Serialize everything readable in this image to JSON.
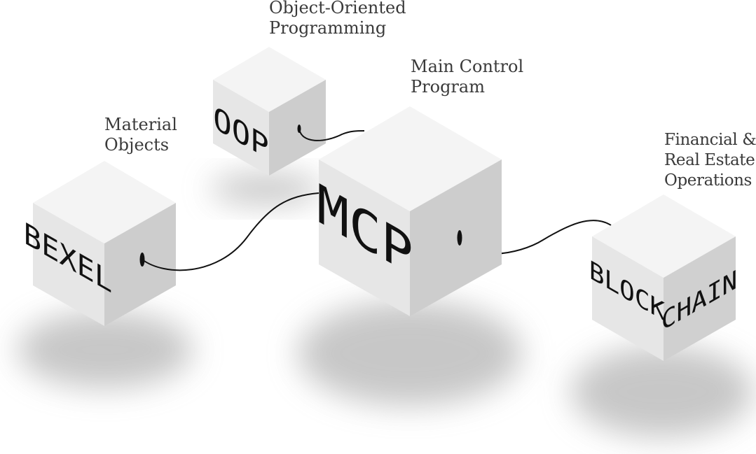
{
  "blocks": {
    "oop": {
      "face_label": "OOP",
      "caption_line1": "Object-Oriented",
      "caption_line2": "Programming"
    },
    "mcp": {
      "face_label": "MCP",
      "caption_line1": "Main Control",
      "caption_line2": "Program"
    },
    "bexel": {
      "face_label": "BEXEL",
      "caption_line1": "Material",
      "caption_line2": "Objects"
    },
    "blockchain": {
      "face_label_left": "BLOCK",
      "face_label_right": "CHAIN",
      "caption_line1": "Financial &",
      "caption_line2": "Real Estate",
      "caption_line3": "Operations"
    }
  },
  "colors": {
    "cube_top": "#f4f4f4",
    "cube_left": "#e6e6e6",
    "cube_right": "#cdcdcd",
    "label": "#111111",
    "caption": "#3a3a3a",
    "connector": "#111111"
  }
}
